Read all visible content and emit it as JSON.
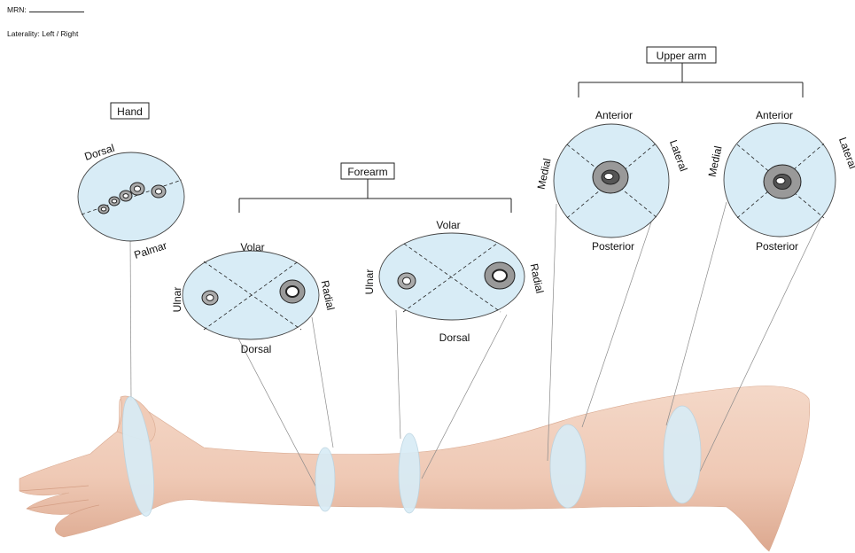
{
  "form": {
    "mrn_label": "MRN:",
    "laterality_label": "Laterality: Left / Right"
  },
  "groups": {
    "hand": "Hand",
    "forearm": "Forearm",
    "upper_arm": "Upper arm"
  },
  "sections": {
    "hand": {
      "top_left": "Dorsal",
      "bottom_right": "Palmar"
    },
    "forearm_1": {
      "top": "Volar",
      "bottom": "Dorsal",
      "left": "Ulnar",
      "right": "Radial"
    },
    "forearm_2": {
      "top": "Volar",
      "bottom": "Dorsal",
      "left": "Ulnar",
      "right": "Radial"
    },
    "upper_arm_1": {
      "top": "Anterior",
      "bottom": "Posterior",
      "left": "Medial",
      "right": "Lateral"
    },
    "upper_arm_2": {
      "top": "Anterior",
      "bottom": "Posterior",
      "left": "Medial",
      "right": "Lateral"
    }
  },
  "colors": {
    "section_fill": "#d8ecf6",
    "skin": "#f1cfbd",
    "skin_shadow": "#e0b29c",
    "line": "#222222"
  }
}
